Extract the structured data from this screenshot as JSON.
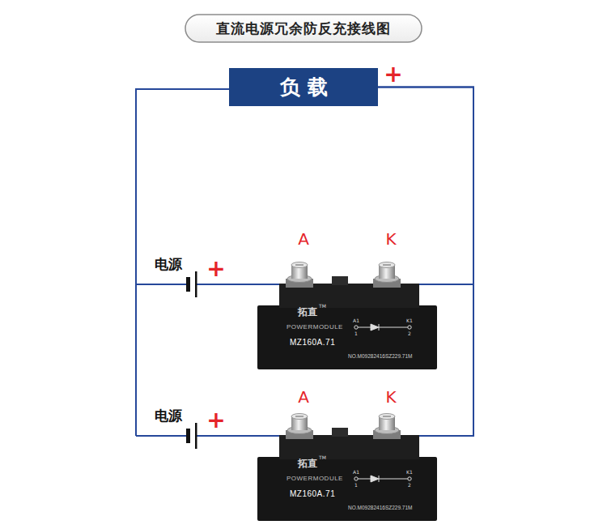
{
  "diagram": {
    "title": "直流电源冗余防反充接线图",
    "nodes": [
      {
        "text": [
          "负载"
        ]
      },
      {
        "text": [
          "拓直",
          "TM",
          "POWERMODULE",
          "MZ160A.71",
          "NO.M09282416SZ229.71M"
        ]
      },
      {
        "text": [
          "拓直",
          "TM",
          "POWERMODULE",
          "MZ160A.71",
          "NO.M09282416SZ229.71M"
        ]
      }
    ],
    "edges": [
      {
        "from": 0,
        "to": 1,
        "arrow": "none"
      },
      {
        "from": 0,
        "to": 2,
        "arrow": "none"
      }
    ],
    "labels": [
      "+",
      "电源",
      "+",
      "A",
      "K",
      "A1",
      "1",
      "K1",
      "2",
      "电源",
      "+",
      "A",
      "K",
      "A1",
      "1",
      "K1",
      "2"
    ]
  }
}
